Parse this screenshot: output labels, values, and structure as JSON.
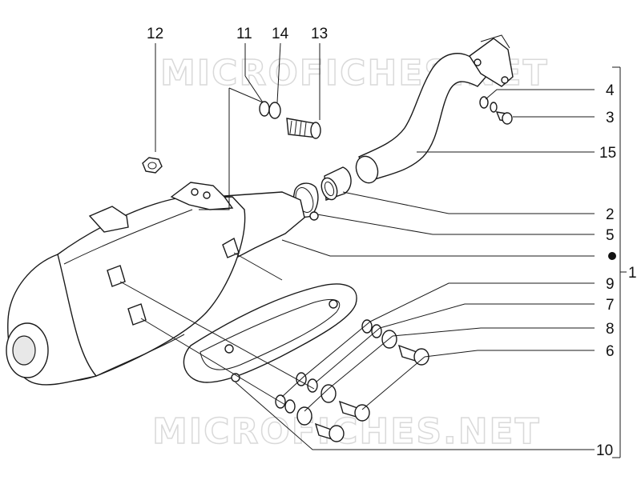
{
  "watermark": {
    "text": "MICROFICHES.NET"
  },
  "callouts": {
    "c12": "12",
    "c11": "11",
    "c14": "14",
    "c13": "13",
    "c4": "4",
    "c3": "3",
    "c15": "15",
    "c2": "2",
    "c5": "5",
    "c1": "1",
    "c9": "9",
    "c7": "7",
    "c8": "8",
    "c6": "6",
    "c10": "10"
  }
}
